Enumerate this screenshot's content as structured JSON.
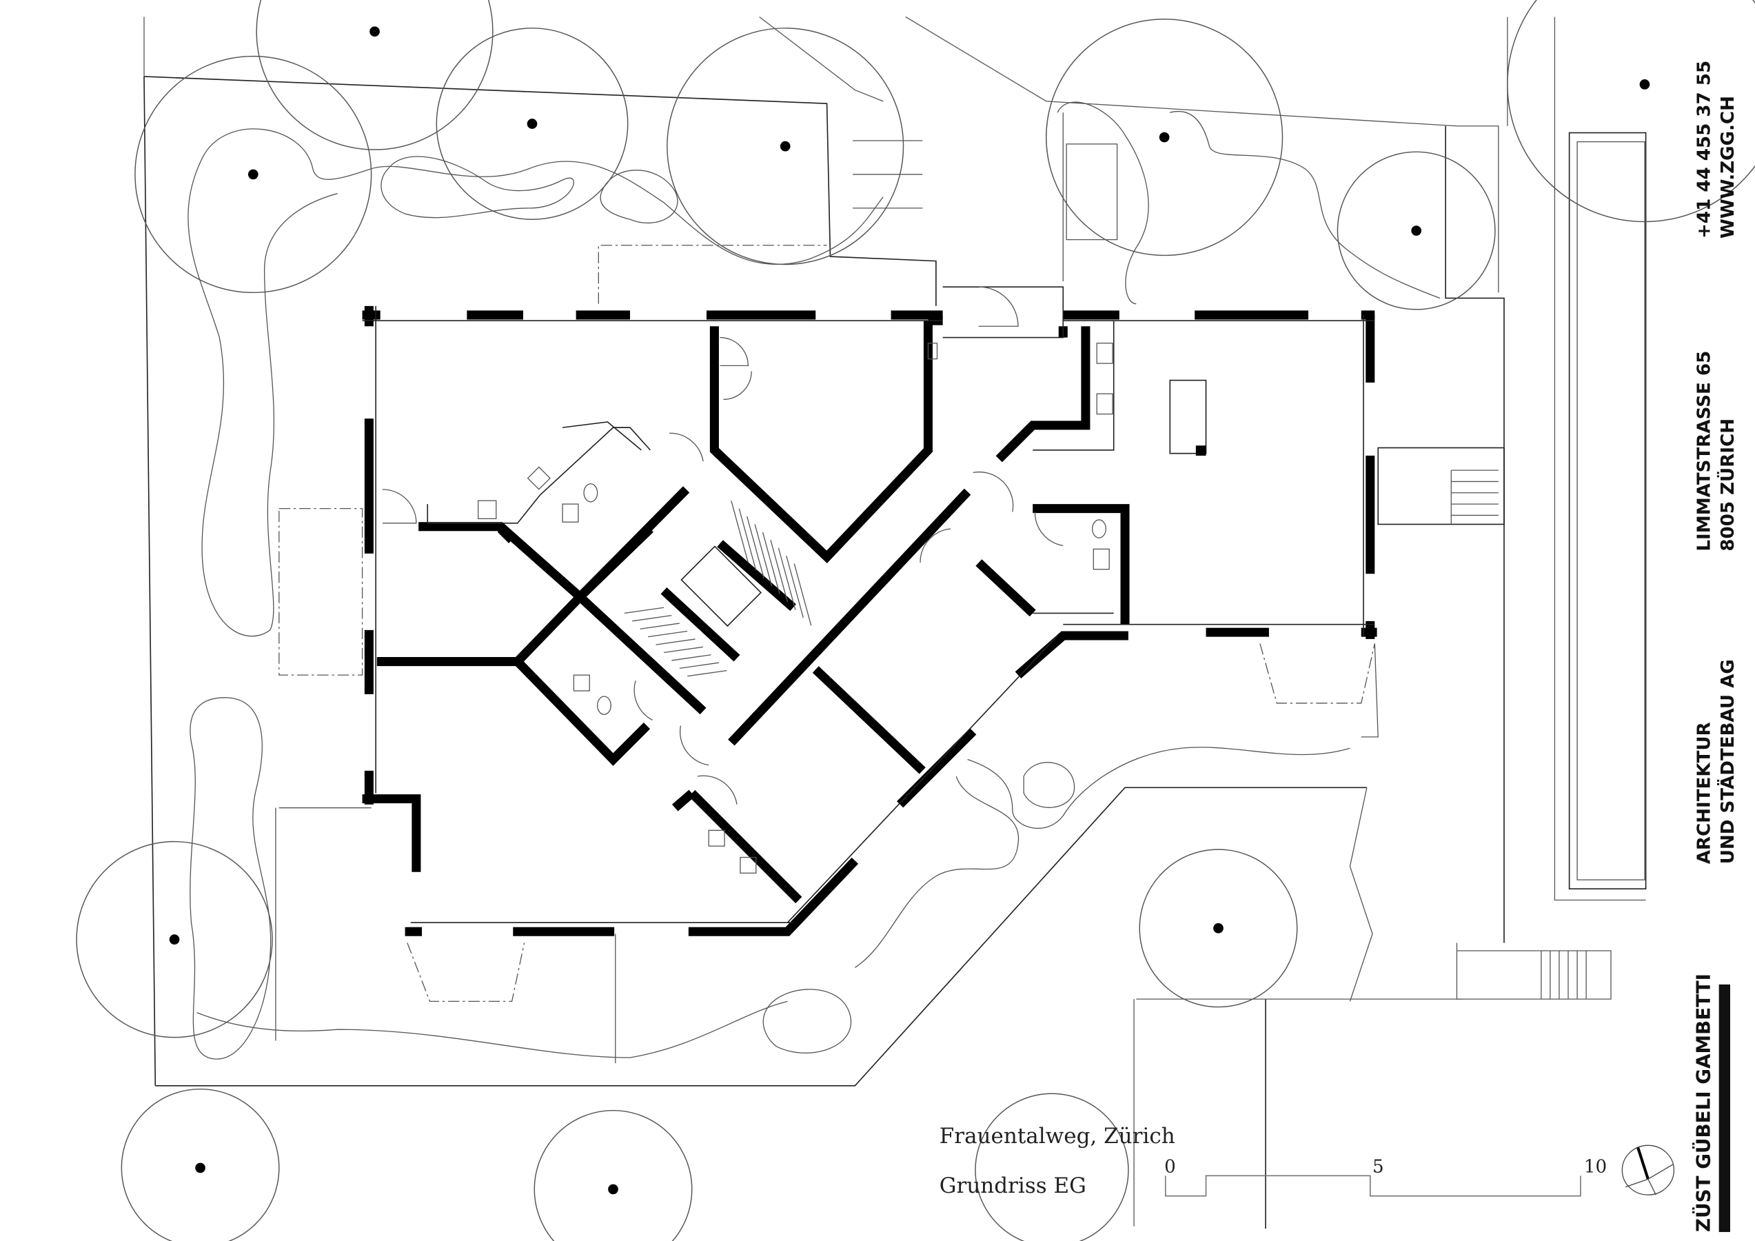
{
  "title": {
    "location": "Frauentalweg, Zürich",
    "plan": "Grundriss EG"
  },
  "scale_bar": {
    "labels": [
      "0",
      "5",
      "10"
    ]
  },
  "firm": {
    "name": "ZÜST GÜBELI GAMBETTI",
    "line1": "ARCHITEKTUR",
    "line2": "UND STÄDTEBAU AG",
    "street": "LIMMATSTRASSE 65",
    "city": "8005 ZÜRICH",
    "phone": "+41 44 455 37 55",
    "web": "WWW.ZGG.CH"
  },
  "north_arrow": "north-arrow-icon"
}
